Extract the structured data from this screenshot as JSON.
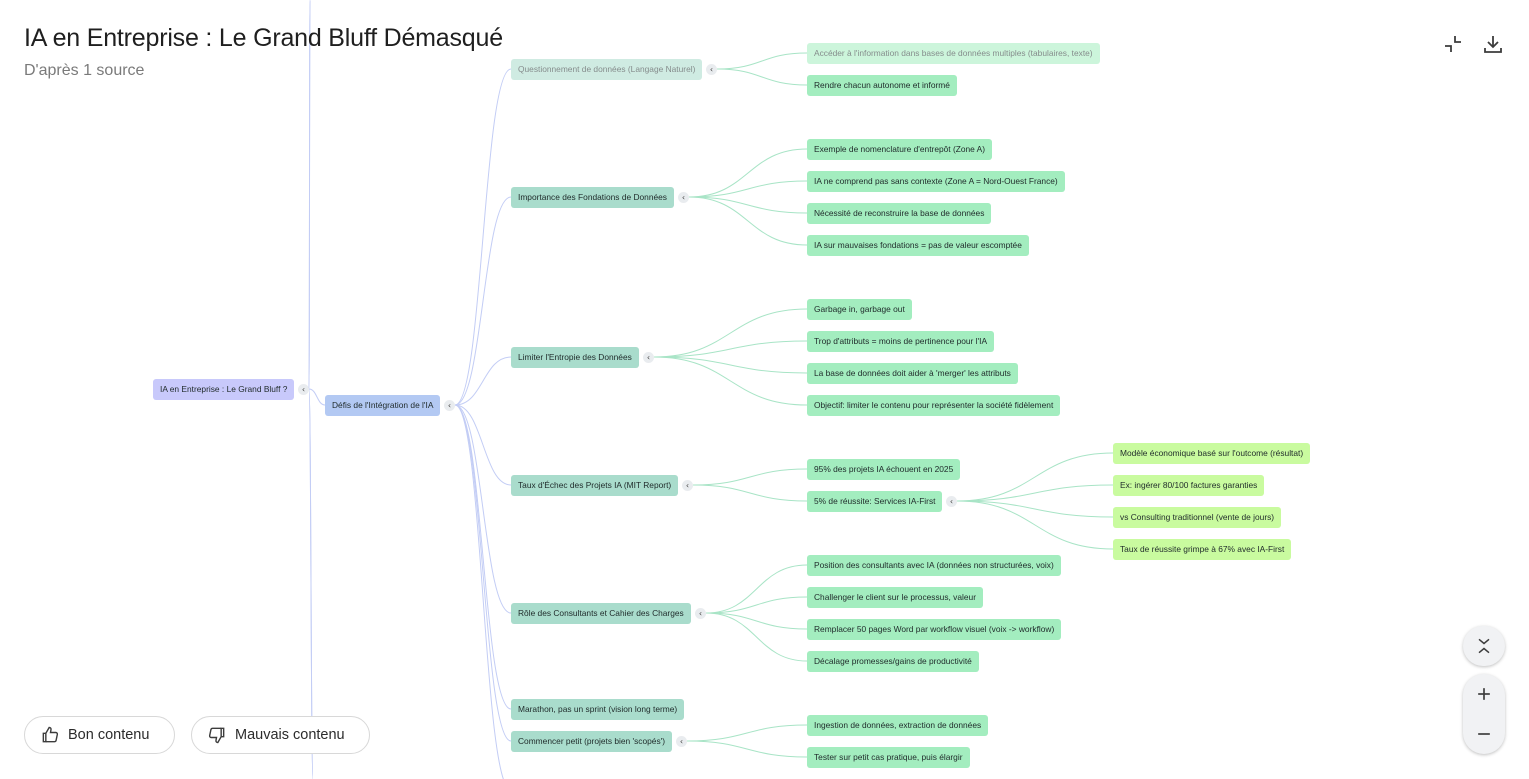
{
  "header": {
    "title": "IA en Entreprise : Le Grand Bluff Démasqué",
    "subtitle": "D'après 1 source"
  },
  "icons": {
    "collapse": "collapse-arrows-icon",
    "download": "download-icon",
    "thumbs_up": "thumbs-up-icon",
    "thumbs_down": "thumbs-down-icon",
    "expand_collapse_all": "chevrons-icon",
    "zoom_in": "plus-icon",
    "zoom_out": "minus-icon"
  },
  "feedback": {
    "good_label": "Bon contenu",
    "bad_label": "Mauvais contenu"
  },
  "colors": {
    "level0": "#c8c9fb",
    "level1": "#b3c9f3",
    "level2": "#a9dccc",
    "level3": "#a3edbf",
    "level4": "#c9fb9f",
    "edge_blue": "#c3cdf5",
    "edge_green": "#a8e4c6"
  },
  "mindmap": {
    "root": "IA en Entreprise : Le Grand Bluff ?",
    "branch": "Défis de l'Intégration de l'IA",
    "groups": [
      {
        "label": "Questionnement de données (Langage Naturel)",
        "children": [
          {
            "label": "Accéder à l'information dans bases de données multiples (tabulaires, texte)"
          },
          {
            "label": "Rendre chacun autonome et informé"
          }
        ]
      },
      {
        "label": "Importance des Fondations de Données",
        "children": [
          {
            "label": "Exemple de nomenclature d'entrepôt (Zone A)"
          },
          {
            "label": "IA ne comprend pas sans contexte (Zone A = Nord-Ouest France)"
          },
          {
            "label": "Nécessité de reconstruire la base de données"
          },
          {
            "label": "IA sur mauvaises fondations = pas de valeur escomptée"
          }
        ]
      },
      {
        "label": "Limiter l'Entropie des Données",
        "children": [
          {
            "label": "Garbage in, garbage out"
          },
          {
            "label": "Trop d'attributs = moins de pertinence pour l'IA"
          },
          {
            "label": "La base de données doit aider à 'merger' les attributs"
          },
          {
            "label": "Objectif: limiter le contenu pour représenter la société fidèlement"
          }
        ]
      },
      {
        "label": "Taux d'Échec des Projets IA (MIT Report)",
        "children": [
          {
            "label": "95% des projets IA échouent en 2025"
          },
          {
            "label": "5% de réussite: Services IA-First",
            "children": [
              {
                "label": "Modèle économique basé sur l'outcome (résultat)"
              },
              {
                "label": "Ex: ingérer 80/100 factures garanties"
              },
              {
                "label": "vs Consulting traditionnel (vente de jours)"
              },
              {
                "label": "Taux de réussite grimpe à 67% avec IA-First"
              }
            ]
          }
        ]
      },
      {
        "label": "Rôle des Consultants et Cahier des Charges",
        "children": [
          {
            "label": "Position des consultants avec IA (données non structurées, voix)"
          },
          {
            "label": "Challenger le client sur le processus, valeur"
          },
          {
            "label": "Remplacer 50 pages Word par workflow visuel (voix -> workflow)"
          },
          {
            "label": "Décalage promesses/gains de productivité"
          }
        ]
      },
      {
        "label": "Marathon, pas un sprint (vision long terme)",
        "children": []
      },
      {
        "label": "Commencer petit (projets bien 'scopés')",
        "children": [
          {
            "label": "Ingestion de données, extraction de données"
          },
          {
            "label": "Tester sur petit cas pratique, puis élargir"
          }
        ]
      }
    ]
  }
}
